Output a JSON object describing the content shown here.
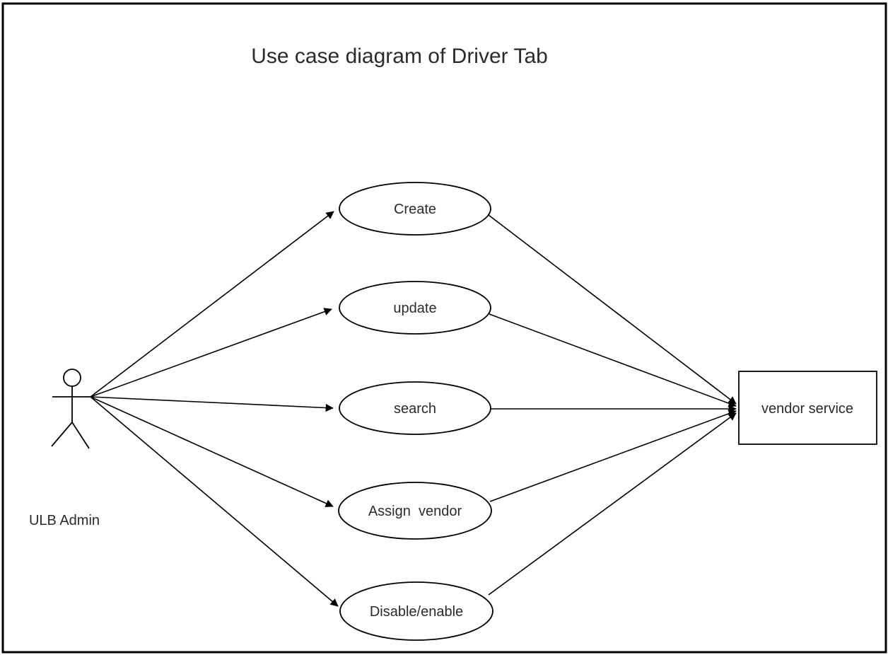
{
  "diagram": {
    "title": "Use case diagram of Driver Tab",
    "type": "uml-use-case-diagram",
    "colors": {
      "background": "#ffffff",
      "stroke": "#000000",
      "text": "#2b2b2b",
      "shape_fill": "#ffffff"
    },
    "actor": {
      "id": "ulb-admin",
      "label": "ULB Admin",
      "shape": "stick-figure"
    },
    "use_cases": [
      {
        "id": "create",
        "label": "Create",
        "shape": "ellipse"
      },
      {
        "id": "update",
        "label": "update",
        "shape": "ellipse"
      },
      {
        "id": "search",
        "label": "search",
        "shape": "ellipse"
      },
      {
        "id": "assign-vendor",
        "label": "Assign  vendor",
        "shape": "ellipse"
      },
      {
        "id": "disable-enable",
        "label": "Disable/enable",
        "shape": "ellipse"
      }
    ],
    "system": {
      "id": "vendor-service",
      "label": "vendor service",
      "shape": "rectangle"
    },
    "edges": [
      {
        "from": "ulb-admin",
        "to": "create",
        "directed": true
      },
      {
        "from": "ulb-admin",
        "to": "update",
        "directed": true
      },
      {
        "from": "ulb-admin",
        "to": "search",
        "directed": true
      },
      {
        "from": "ulb-admin",
        "to": "assign-vendor",
        "directed": true
      },
      {
        "from": "ulb-admin",
        "to": "disable-enable",
        "directed": true
      },
      {
        "from": "create",
        "to": "vendor-service",
        "directed": true
      },
      {
        "from": "update",
        "to": "vendor-service",
        "directed": true
      },
      {
        "from": "search",
        "to": "vendor-service",
        "directed": true
      },
      {
        "from": "assign-vendor",
        "to": "vendor-service",
        "directed": true
      },
      {
        "from": "disable-enable",
        "to": "vendor-service",
        "directed": true
      }
    ]
  }
}
